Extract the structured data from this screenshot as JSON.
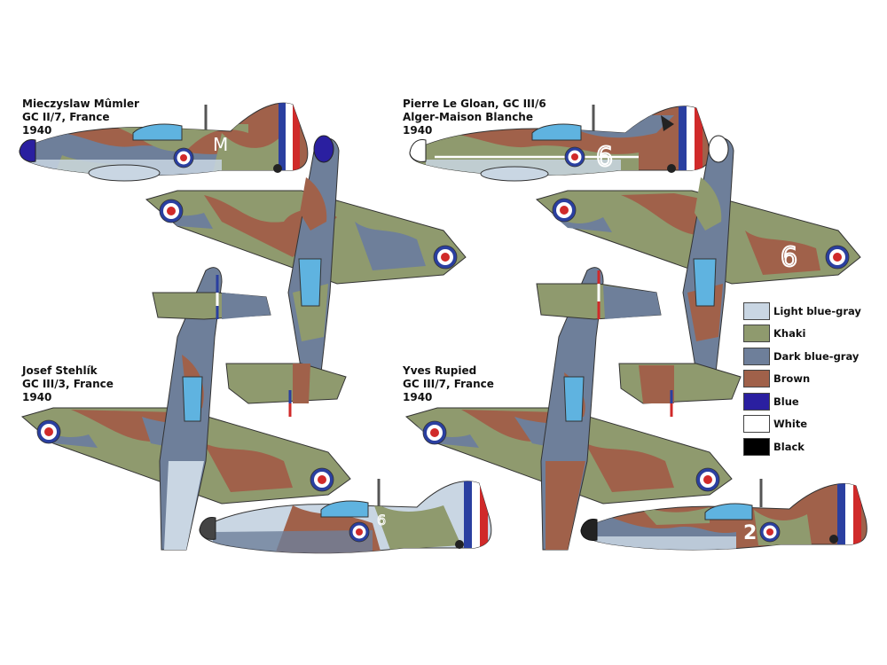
{
  "captions": {
    "mumler": {
      "line1": "Mieczyslaw Mûmler",
      "line2": "GC II/7, France",
      "line3": "1940"
    },
    "legloan": {
      "line1": "Pierre Le Gloan, GC III/6",
      "line2": "Alger-Maison Blanche",
      "line3": "1940"
    },
    "stehlik": {
      "line1": "Josef Stehlík",
      "line2": "GC III/3, France",
      "line3": "1940"
    },
    "rupied": {
      "line1": "Yves Rupied",
      "line2": "GC III/7, France",
      "line3": "1940"
    }
  },
  "markings": {
    "mumler_code": "M",
    "legloan_code": "6",
    "legloan_wing_code": "6",
    "stehlik_code": "6",
    "rupied_code": "2"
  },
  "legend": [
    {
      "label": "Light blue-gray",
      "color": "#c9d6e3"
    },
    {
      "label": "Khaki",
      "color": "#8f9a6e"
    },
    {
      "label": "Dark blue-gray",
      "color": "#6e7f9a"
    },
    {
      "label": "Brown",
      "color": "#a0614a"
    },
    {
      "label": "Blue",
      "color": "#2a1fa0"
    },
    {
      "label": "White",
      "color": "#ffffff"
    },
    {
      "label": "Black",
      "color": "#000000"
    }
  ],
  "colors": {
    "khaki": "#8f9a6e",
    "brown": "#a0614a",
    "darkbluegray": "#6e7f9a",
    "lightbluegray": "#c9d6e3",
    "canopy": "#5fb3e0",
    "roundel_blue": "#2a3fa0",
    "roundel_red": "#d02a2a",
    "outline": "#333333"
  }
}
